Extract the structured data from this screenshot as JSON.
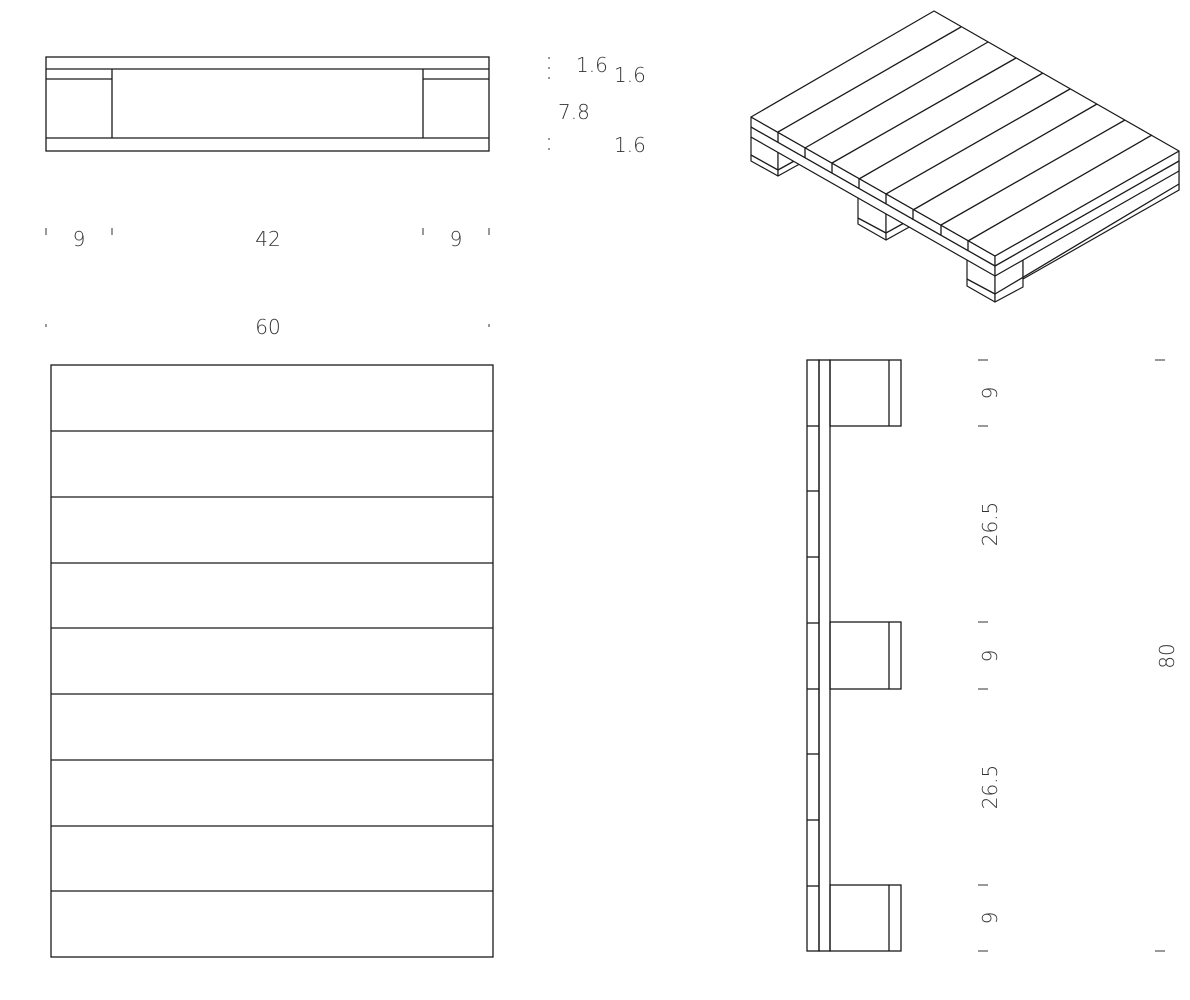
{
  "drawing": {
    "subject": "Pallet technical drawing (front elevation, plan, side elevation, isometric)",
    "line_color": "#1a1a1a",
    "text_color": "#333333",
    "background": "#ffffff"
  },
  "front_view": {
    "dimensions_vertical": {
      "top_board_1": "1.6",
      "top_board_2": "1.6",
      "block_height": "7.8",
      "bottom_board": "1.6"
    },
    "dimensions_horizontal": {
      "left_block": "9",
      "gap": "42",
      "right_block": "9",
      "overall_width": "60"
    }
  },
  "plan_view": {
    "board_count": 9
  },
  "side_view": {
    "dimensions_vertical": {
      "top_block": "9",
      "upper_gap": "26.5",
      "middle_block": "9",
      "lower_gap": "26.5",
      "bottom_block": "9",
      "overall_length": "80"
    }
  },
  "isometric_view": {
    "top_board_count": 9
  }
}
